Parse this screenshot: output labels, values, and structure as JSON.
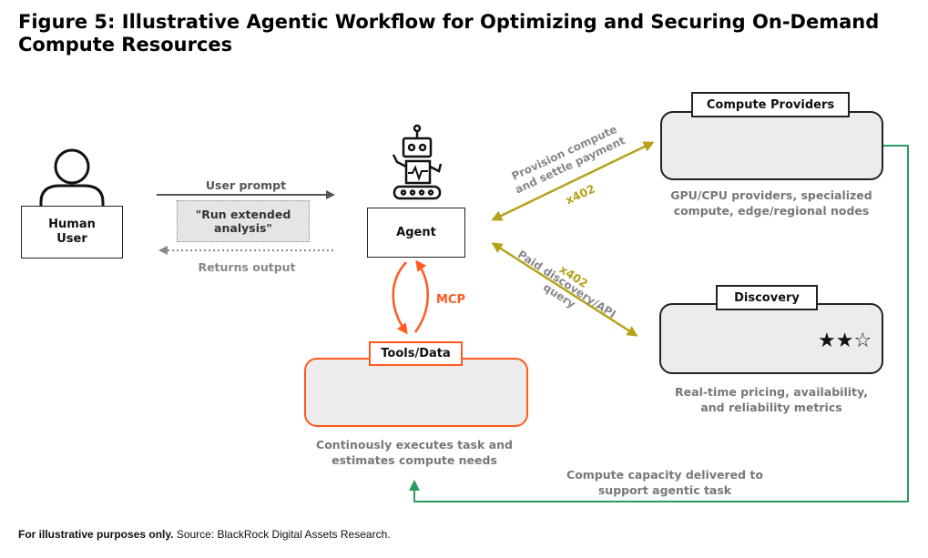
{
  "title": "Figure 5: Illustrative Agentic Workflow for Optimizing and Securing On-Demand Compute Resources",
  "human": {
    "label_line1": "Human",
    "label_line2": "User"
  },
  "agent": {
    "label": "Agent"
  },
  "user_prompt": {
    "label": "User prompt",
    "quote_line1": "\"Run extended",
    "quote_line2": "analysis\""
  },
  "returns_output": "Returns output",
  "mcp": "MCP",
  "tools": {
    "tag": "Tools/Data",
    "caption_line1": "Continously executes task and",
    "caption_line2": "estimates compute needs"
  },
  "compute_providers": {
    "tag": "Compute Providers",
    "caption_line1": "GPU/CPU providers, specialized",
    "caption_line2": "compute, edge/regional nodes"
  },
  "discovery": {
    "tag": "Discovery",
    "caption_line1": "Real-time pricing, availability,",
    "caption_line2": "and reliability metrics"
  },
  "provision": {
    "line1": "Provision compute",
    "line2": "and settle payment",
    "x402": "x402"
  },
  "paid": {
    "line1": "Paid discovery/API",
    "line2": "query",
    "x402": "x402"
  },
  "delivered": {
    "line1": "Compute capacity delivered to",
    "line2": "support agentic task"
  },
  "stars": "★★☆",
  "footer": {
    "bold": "For illustrative purposes only.",
    "rest": " Source: BlackRock Digital Assets Research."
  },
  "colors": {
    "orange": "#ff5a1f",
    "olive": "#b5a21a",
    "green": "#2e9a63",
    "gray": "#777777"
  }
}
